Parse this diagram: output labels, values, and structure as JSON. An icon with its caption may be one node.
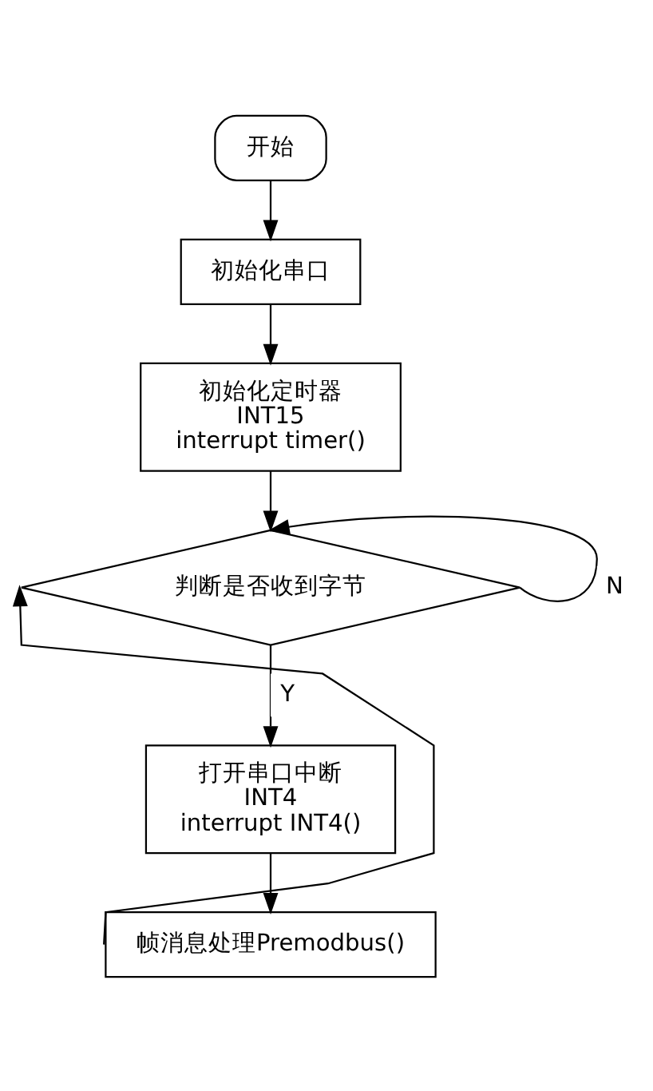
{
  "diagram": {
    "nodes": [
      {
        "text": [
          "开始"
        ]
      },
      {
        "text": [
          "初始化串口"
        ]
      },
      {
        "text": [
          "初始化定时器",
          "INT15",
          "interrupt timer()"
        ]
      },
      {
        "text": [
          "判断是否收到字节"
        ]
      },
      {
        "text": [
          "打开串口中断",
          "INT4",
          "interrupt INT4()"
        ]
      },
      {
        "text": [
          "帧消息处理Premodbus()"
        ]
      }
    ],
    "edges": [
      {
        "from": 0,
        "to": 1,
        "arrow": "to"
      },
      {
        "from": 1,
        "to": 2,
        "arrow": "to"
      },
      {
        "from": 2,
        "to": 3,
        "arrow": "to"
      },
      {
        "from": 3,
        "to": 4,
        "arrow": "to",
        "label": "Y"
      },
      {
        "from": 4,
        "to": 5,
        "arrow": "to"
      },
      {
        "from": 5,
        "to": 3,
        "arrow": "to"
      },
      {
        "from": 3,
        "to": 3,
        "arrow": "to",
        "label": "N"
      }
    ]
  }
}
